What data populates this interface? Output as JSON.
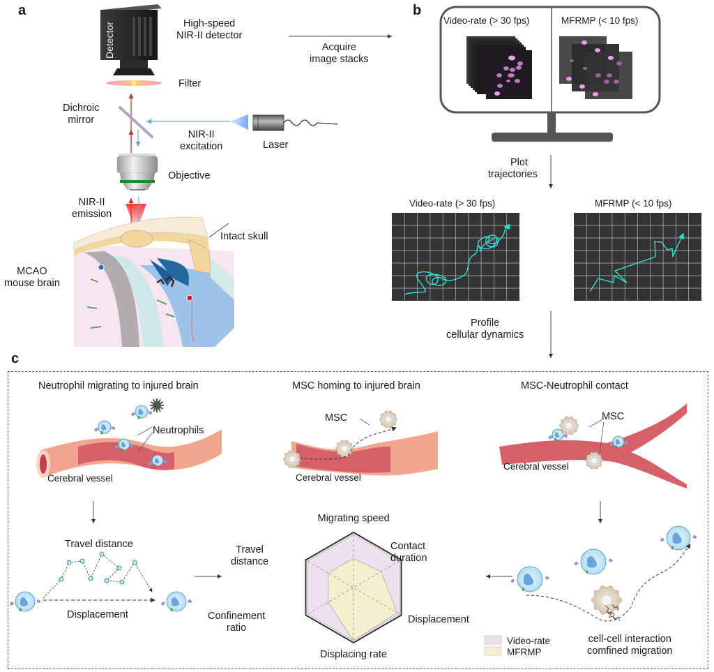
{
  "panels": {
    "a": {
      "letter": "a",
      "detector_text": "Detector",
      "detector_label": [
        "High-speed",
        "NIR-II detector"
      ],
      "filter_label": "Filter",
      "dichroic_label": [
        "Dichroic",
        "mirror"
      ],
      "excitation_label": [
        "NIR-II",
        "excitation"
      ],
      "laser_label": "Laser",
      "objective_label": "Objective",
      "emission_label": [
        "NIR-II",
        "emission"
      ],
      "skull_label": "Intact skull",
      "brain_label": [
        "MCAO",
        "mouse brain"
      ],
      "arrow_label": [
        "Acquire",
        "image stacks"
      ]
    },
    "b": {
      "letter": "b",
      "monitor_left_title": "Video-rate (> 30 fps)",
      "monitor_right_title": "MFRMP (< 10 fps)",
      "plot_arrow_label": [
        "Plot",
        "trajectories"
      ],
      "traj_left_title": "Video-rate (> 30 fps)",
      "traj_right_title": "MFRMP (< 10 fps)",
      "profile_arrow_label": [
        "Profile",
        "cellular dynamics"
      ],
      "colors": {
        "trajectory": "#2ee6d6",
        "grid_bg": "#333333",
        "spot": "#f08cf0"
      }
    },
    "c": {
      "letter": "c",
      "scenario_titles": [
        "Neutrophil migrating to injured brain",
        "MSC homing to injured brain",
        "MSC-Neutrophil contact"
      ],
      "neutrophils_label": "Neutrophils",
      "vessel_label": "Cerebral vessel",
      "msc_label": "MSC",
      "travel_distance_label": "Travel distance",
      "displacement_label": "Displacement",
      "interaction_label": [
        "cell-cell interaction",
        "comfined migration"
      ],
      "legend": [
        {
          "label": "Video-rate",
          "color": "#efe0ef"
        },
        {
          "label": "MFRMP",
          "color": "#f4efcf"
        }
      ]
    }
  },
  "chart_data": {
    "type": "radar",
    "axes": [
      "Migrating speed",
      "Contact duration",
      "Displacement",
      "Displacing rate",
      "Confinement ratio",
      "Travel distance"
    ],
    "axis_label_lines": [
      [
        "Migrating speed"
      ],
      [
        "Contact",
        "duration"
      ],
      [
        "Displacement"
      ],
      [
        "Displacing rate"
      ],
      [
        "Confinement",
        "ratio"
      ],
      [
        "Travel",
        "distance"
      ]
    ],
    "range": [
      0,
      1
    ],
    "series": [
      {
        "name": "Video-rate",
        "values": [
          1.0,
          1.0,
          1.0,
          1.0,
          1.0,
          1.0
        ],
        "color": "#efe0ef"
      },
      {
        "name": "MFRMP",
        "values": [
          0.55,
          0.6,
          0.95,
          1.0,
          0.55,
          0.55
        ],
        "color": "#f4efcf"
      }
    ],
    "legend_position": "bottom-right"
  }
}
